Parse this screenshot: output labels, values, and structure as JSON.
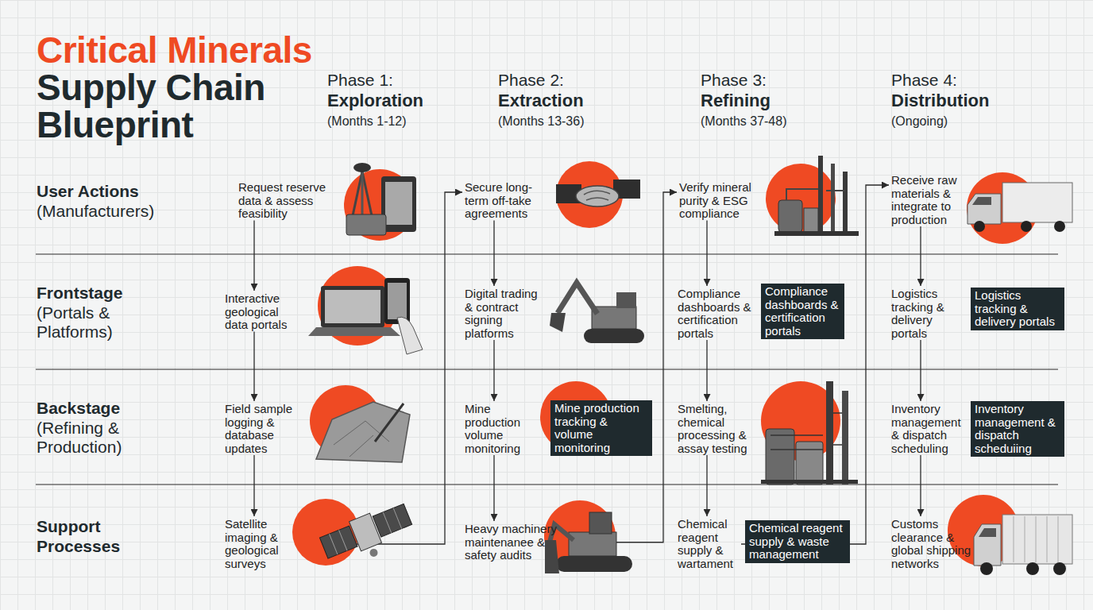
{
  "diagram": {
    "title": "Critical Minerals Supply Chain Blueprint",
    "nodes": [
      {
        "text": [
          "Request reserve data & assess feasibility"
        ]
      },
      {
        "text": [
          "Secure long-term off-take agreements"
        ]
      },
      {
        "text": [
          "Verify mineral purity & ESG compliance"
        ]
      },
      {
        "text": [
          "Receive raw materials & integrate to production"
        ]
      },
      {
        "text": [
          "Interactive geological data portals"
        ]
      },
      {
        "text": [
          "Digital trading & contract signing platforms"
        ]
      },
      {
        "text": [
          "Compliance dashboards & certification portals"
        ]
      },
      {
        "text": [
          "Compliance dashboards & certification portals"
        ]
      },
      {
        "text": [
          "Logistics tracking & delivery portals"
        ]
      },
      {
        "text": [
          "Logistics tracking & delivery portals"
        ]
      },
      {
        "text": [
          "Field sample logging & database updates"
        ]
      },
      {
        "text": [
          "Mine production volume monitoring"
        ]
      },
      {
        "text": [
          "Mine production tracking & volume monitoring"
        ]
      },
      {
        "text": [
          "Smelting, chemical processing & assay testing"
        ]
      },
      {
        "text": [
          "Inventory management & dispatch scheduling"
        ]
      },
      {
        "text": [
          "Inventory management & dispatch scheduiing"
        ]
      },
      {
        "text": [
          "Satellite imaging & geological surveys"
        ]
      },
      {
        "text": [
          "Heavy machinery maintenanee & safety audits"
        ]
      },
      {
        "text": [
          "Chemical reagent supply & wartament"
        ]
      },
      {
        "text": [
          "Chemical reagent supply & waste management"
        ]
      },
      {
        "text": [
          "Customs clearance & global shipping networks"
        ]
      }
    ],
    "edges": [
      {
        "from": 0,
        "to": 4,
        "arrow": "to"
      },
      {
        "from": 4,
        "to": 10,
        "arrow": "to"
      },
      {
        "from": 10,
        "to": 16,
        "arrow": "to"
      },
      {
        "from": 1,
        "to": 5,
        "arrow": "to"
      },
      {
        "from": 5,
        "to": 11,
        "arrow": "to"
      },
      {
        "from": 11,
        "to": 17,
        "arrow": "to"
      },
      {
        "from": 2,
        "to": 6,
        "arrow": "to"
      },
      {
        "from": 6,
        "to": 13,
        "arrow": "to"
      },
      {
        "from": 13,
        "to": 18,
        "arrow": "to"
      },
      {
        "from": 3,
        "to": 8,
        "arrow": "to"
      },
      {
        "from": 8,
        "to": 14,
        "arrow": "to"
      },
      {
        "from": 14,
        "to": 20,
        "arrow": "to"
      },
      {
        "from": 16,
        "to": 1,
        "arrow": "to"
      },
      {
        "from": 17,
        "to": 2,
        "arrow": "to"
      },
      {
        "from": 18,
        "to": 3,
        "arrow": "to"
      }
    ],
    "labels": [
      "Phase 1:",
      "Exploration",
      "(Months 1-12)",
      "Phase 2:",
      "Extraction",
      "(Months 13-36)",
      "Phase 3:",
      "Refining",
      "(Months 37-48)",
      "Phase 4:",
      "Distribution",
      "(Ongoing)",
      "User Actions",
      "(Manufacturers)",
      "Frontstage",
      "(Portals & Platforms)",
      "Backstage",
      "(Refining & Production)",
      "Support Processes"
    ]
  }
}
